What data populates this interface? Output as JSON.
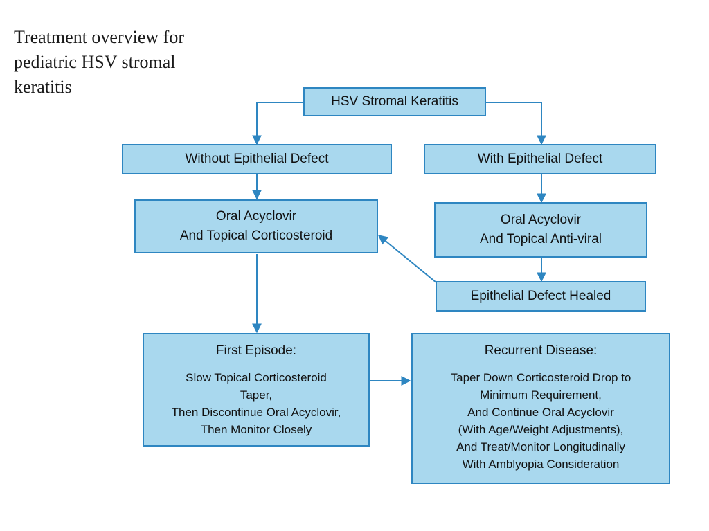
{
  "title_lines": [
    "Treatment overview for",
    "pediatric HSV stromal",
    "keratitis"
  ],
  "nodes": {
    "root": "HSV Stromal Keratitis",
    "without_defect": "Without Epithelial Defect",
    "with_defect": "With Epithelial Defect",
    "oral_topical_cortico": [
      "Oral Acyclovir",
      "And Topical Corticosteroid"
    ],
    "oral_topical_antiviral": [
      "Oral Acyclovir",
      "And Topical Anti-viral"
    ],
    "defect_healed": "Epithelial Defect Healed",
    "first_episode": {
      "heading": "First Episode:",
      "lines": [
        "Slow Topical Corticosteroid",
        "Taper,",
        "Then Discontinue Oral Acyclovir,",
        "Then Monitor Closely"
      ]
    },
    "recurrent": {
      "heading": "Recurrent Disease:",
      "lines": [
        "Taper Down Corticosteroid Drop to",
        "Minimum Requirement,",
        "And Continue Oral Acyclovir",
        "(With Age/Weight Adjustments),",
        "And Treat/Monitor Longitudinally",
        "With Amblyopia Consideration"
      ]
    }
  },
  "colors": {
    "node_fill": "#a9d8ee",
    "node_border": "#2e86c1",
    "arrow": "#2e86c1"
  }
}
